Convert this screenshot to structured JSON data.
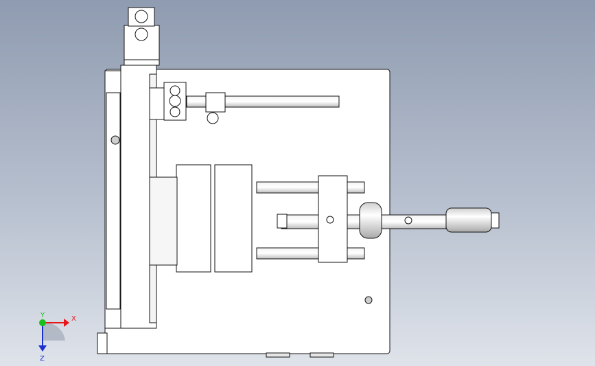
{
  "viewport": {
    "background_top": "#8f9bb0",
    "background_bottom": "#dfe3ea"
  },
  "triad": {
    "x_label": "X",
    "y_label": "Y",
    "z_label": "Z",
    "x_color": "#e8141a",
    "y_color": "#18c01c",
    "z_color": "#1c2fd0"
  },
  "model": {
    "line_color": "#111111",
    "fill_color": "#ffffff",
    "shade_color": "#d9d9d9"
  }
}
